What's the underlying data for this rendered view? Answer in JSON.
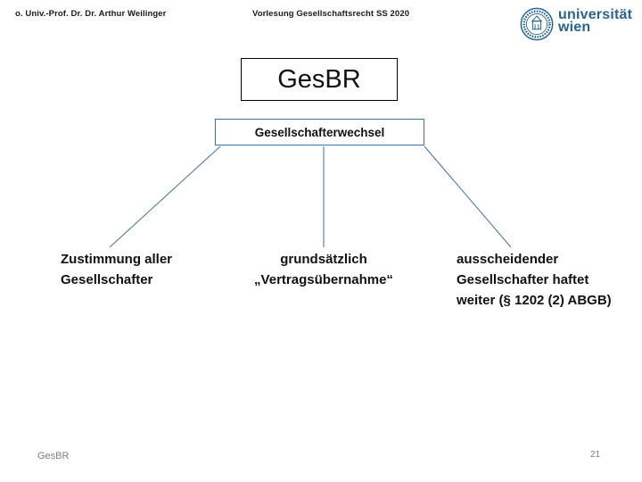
{
  "slide": {
    "header": {
      "author": "o. Univ.-Prof. Dr. Dr. Arthur Weilinger",
      "lecture": "Vorlesung Gesellschaftsrecht SS 2020"
    },
    "logo": {
      "line1": "universität",
      "line2": "wien"
    },
    "title_box": {
      "label": "GesBR"
    },
    "subtitle_box": {
      "label": "Gesellschafterwechsel"
    },
    "branches": [
      {
        "lines": [
          "Zustimmung aller",
          "Gesellschafter"
        ]
      },
      {
        "lines": [
          "grundsätzlich",
          "„Vertragsübernahme“"
        ]
      },
      {
        "lines": [
          "ausscheidender",
          "Gesellschafter haftet",
          "weiter (§ 1202 (2) ABGB)"
        ]
      }
    ],
    "footer": {
      "label": "GesBR",
      "page_number": "21"
    },
    "colors": {
      "connector_blue": "#41719c",
      "logo_blue": "#27648f",
      "footer_gray": "#7f7f7f",
      "title_border": "#000000"
    }
  }
}
